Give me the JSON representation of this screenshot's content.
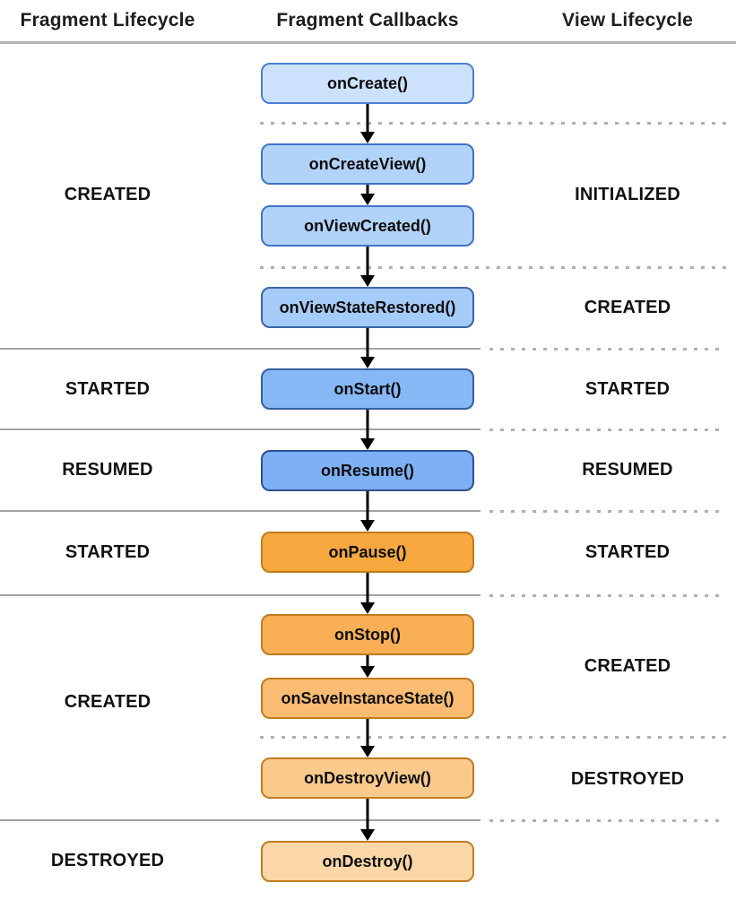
{
  "headers": {
    "fragment_lifecycle": "Fragment Lifecycle",
    "fragment_callbacks": "Fragment Callbacks",
    "view_lifecycle": "View Lifecycle"
  },
  "callbacks": [
    {
      "label": "onCreate()",
      "fill": "#cce1fb",
      "border": "#4b7fd6"
    },
    {
      "label": "onCreateView()",
      "fill": "#b2d3f9",
      "border": "#4173c8"
    },
    {
      "label": "onViewCreated()",
      "fill": "#b2d3f9",
      "border": "#4173c8"
    },
    {
      "label": "onViewStateRestored()",
      "fill": "#a5cbf8",
      "border": "#3b64ac"
    },
    {
      "label": "onStart()",
      "fill": "#86b8f6",
      "border": "#33609f"
    },
    {
      "label": "onResume()",
      "fill": "#7db0f4",
      "border": "#2d5291"
    },
    {
      "label": "onPause()",
      "fill": "#f7a83f",
      "border": "#c07c1e"
    },
    {
      "label": "onStop()",
      "fill": "#f8af55",
      "border": "#c07c1e"
    },
    {
      "label": "onSaveInstanceState()",
      "fill": "#f9bc72",
      "border": "#c07c1e"
    },
    {
      "label": "onDestroyView()",
      "fill": "#fac98c",
      "border": "#c07c1e"
    },
    {
      "label": "onDestroy()",
      "fill": "#fbd7a7",
      "border": "#c07c1e"
    }
  ],
  "fragment_states": [
    {
      "label": "CREATED"
    },
    {
      "label": "STARTED"
    },
    {
      "label": "RESUMED"
    },
    {
      "label": "STARTED"
    },
    {
      "label": "CREATED"
    },
    {
      "label": "DESTROYED"
    }
  ],
  "view_states": [
    {
      "label": "INITIALIZED"
    },
    {
      "label": "CREATED"
    },
    {
      "label": "STARTED"
    },
    {
      "label": "RESUMED"
    },
    {
      "label": "STARTED"
    },
    {
      "label": "CREATED"
    },
    {
      "label": "DESTROYED"
    }
  ],
  "colors": {
    "background": "#ffffff",
    "header_text": "#1d1d1d",
    "state_text": "#111111",
    "box_text": "#0d0d0d",
    "arrow": "#000000",
    "solid_divider": "#a3a3a3",
    "dashed_divider": "#b0b0b0",
    "header_rule": "#b4b4b4"
  }
}
